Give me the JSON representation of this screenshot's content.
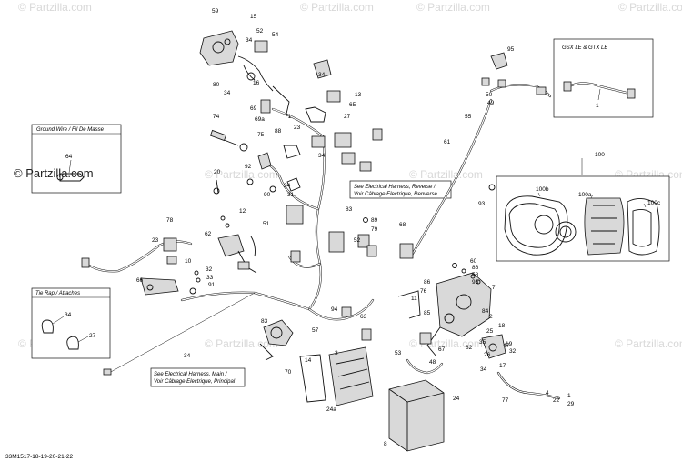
{
  "diagram": {
    "code": "33M1517-18-19-20-21-22",
    "watermarks": [
      "© Partzilla.com",
      "© Partzilla.com",
      "© Partzilla.com",
      "© Partzilla.com",
      "© Partzilla.com",
      "© Partzilla.com",
      "© Partzilla.com",
      "© Partzilla.com",
      "© Partzilla.com",
      "© Partzilla.com",
      "© Partzilla.com"
    ],
    "main_watermark": "© Partzilla.com",
    "boxes": {
      "ground": "Ground Wire / Fil De Masse",
      "tie_rap": "Tie Rap / Attaches",
      "gsx": "GSX LE & GTX LE",
      "reverse_1": "See Electrical Harness, Reverse /",
      "reverse_2": "Voir Câblage Electrique, Renverse",
      "main_1": "See Electrical Harness, Main /",
      "main_2": "Voir Câblage Electrique, Principal"
    },
    "callouts": [
      "59",
      "15",
      "34",
      "52",
      "54",
      "80",
      "34",
      "16",
      "34",
      "13",
      "65",
      "69",
      "69a",
      "71",
      "27",
      "23",
      "74",
      "75",
      "88",
      "34",
      "92",
      "90",
      "31",
      "34",
      "83",
      "89",
      "79",
      "52",
      "68",
      "20",
      "12",
      "51",
      "78",
      "23",
      "10",
      "32",
      "33",
      "91",
      "62",
      "66",
      "64",
      "34",
      "27",
      "100",
      "100b",
      "100a",
      "100c",
      "93",
      "61",
      "55",
      "49",
      "50",
      "95",
      "60",
      "1",
      "11",
      "76",
      "86",
      "86",
      "58",
      "96",
      "85",
      "84",
      "7",
      "25",
      "35",
      "26",
      "34",
      "94",
      "63",
      "83",
      "34",
      "57",
      "14",
      "3",
      "53",
      "48",
      "24a",
      "24",
      "8",
      "70",
      "82",
      "47",
      "17",
      "19",
      "2",
      "18",
      "67",
      "77",
      "4",
      "22",
      "1",
      "29",
      "32"
    ]
  }
}
